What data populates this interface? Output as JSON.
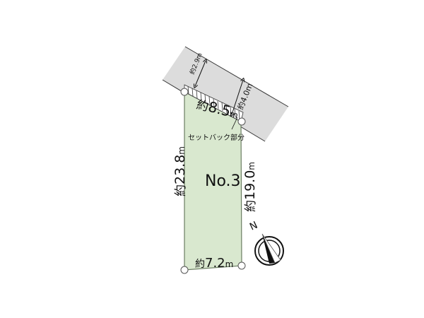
{
  "plot": {
    "lot_label": "No.3",
    "setback_label": "セットバック部分",
    "front_width": "約8.5m",
    "front_width_num": "8.5",
    "left_depth_num": "23.8",
    "right_depth_num": "19.0",
    "back_width_num": "7.2",
    "approx": "約",
    "unit": "m"
  },
  "road": {
    "width_current_num": "2.9",
    "width_planned_num": "4.0"
  },
  "compass": {
    "north_label": "N"
  },
  "colors": {
    "lot_fill": "#d9e8cf",
    "lot_stroke": "#6b7d62",
    "road_fill": "#dcdcdc",
    "road_stroke": "#333333"
  }
}
